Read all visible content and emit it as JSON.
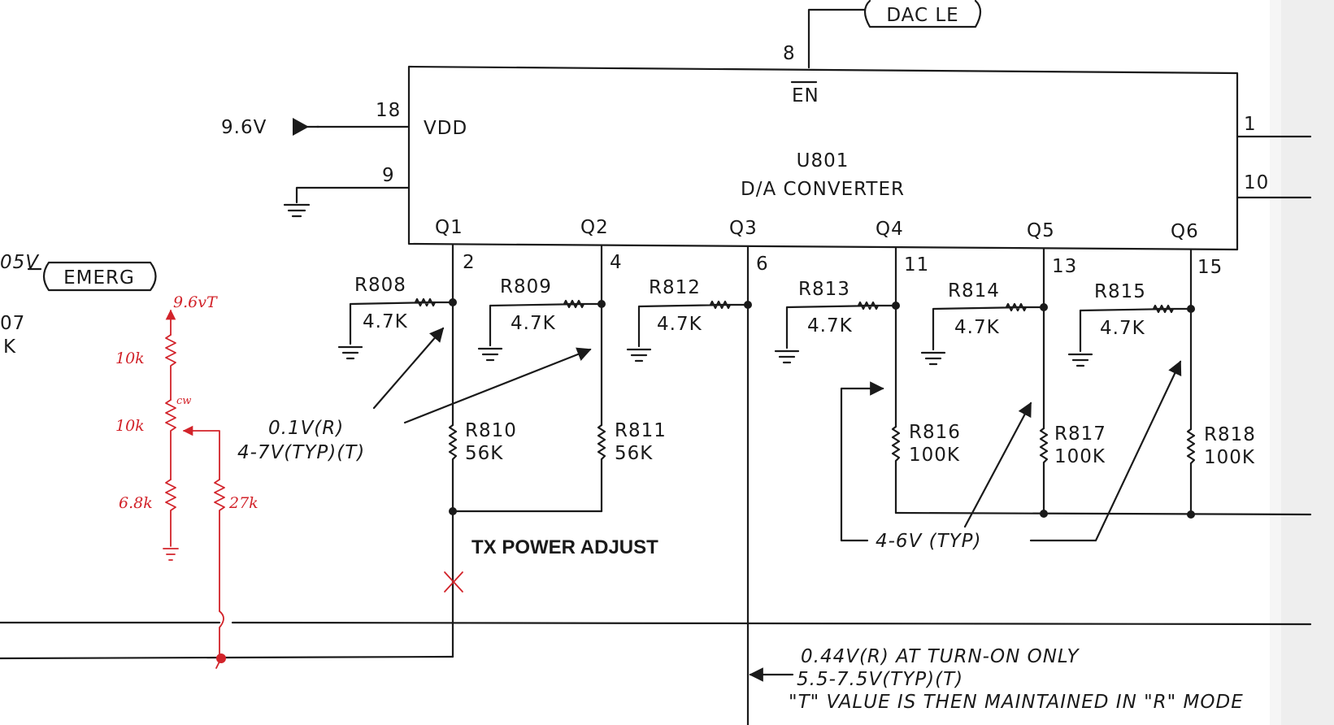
{
  "ic": {
    "ref": "U801",
    "function": "D/A CONVERTER",
    "vdd_label": "VDD",
    "en_label": "EN",
    "pins": {
      "en": "8",
      "vdd": "18",
      "gnd": "9",
      "right_top": "1",
      "right_mid": "10",
      "q1": "2",
      "q2": "4",
      "q3": "6",
      "q4": "11",
      "q5": "13",
      "q6": "15"
    },
    "outputs": [
      "Q1",
      "Q2",
      "Q3",
      "Q4",
      "Q5",
      "Q6"
    ]
  },
  "nets": {
    "supply": "9.6V",
    "dac_le": "DAC LE",
    "emerg": "EMERG",
    "emerg_voltage_fragment": "05V"
  },
  "left_fragment": {
    "line1": "07",
    "line2": "K"
  },
  "pulldowns": [
    {
      "ref": "R808",
      "value": "4.7K"
    },
    {
      "ref": "R809",
      "value": "4.7K"
    },
    {
      "ref": "R812",
      "value": "4.7K"
    },
    {
      "ref": "R813",
      "value": "4.7K"
    },
    {
      "ref": "R814",
      "value": "4.7K"
    },
    {
      "ref": "R815",
      "value": "4.7K"
    }
  ],
  "series": [
    {
      "ref": "R810",
      "value": "56K"
    },
    {
      "ref": "R811",
      "value": "56K"
    },
    {
      "ref": "R816",
      "value": "100K"
    },
    {
      "ref": "R817",
      "value": "100K"
    },
    {
      "ref": "R818",
      "value": "100K"
    }
  ],
  "annotations": {
    "q12_voltage_line1": "0.1V(R)",
    "q12_voltage_line2": "4-7V(TYP)(T)",
    "q456_voltage": "4-6V (TYP)",
    "tx_power_adjust": "TX POWER ADJUST",
    "q3_line1": "0.44V(R) AT TURN-ON ONLY",
    "q3_line2": "5.5-7.5V(TYP)(T)",
    "q3_line3": "\"T\" VALUE IS THEN MAINTAINED IN \"R\" MODE"
  },
  "handwritten_mod": {
    "supply": "9.6vT",
    "r_top": "10k",
    "pot": "10k",
    "pot_cw": "cw",
    "r_bottom": "6.8k",
    "r_series": "27k"
  },
  "colors": {
    "ink": "#1a1a1a",
    "handwritten": "#d2232a",
    "paper": "#ffffff"
  }
}
